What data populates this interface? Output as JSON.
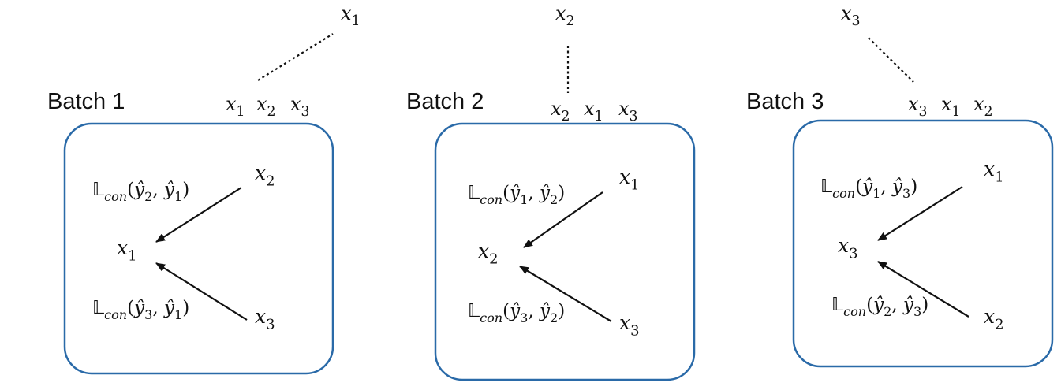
{
  "colors": {
    "box_border": "#2a6aa8",
    "ink": "#111111"
  },
  "top_samples": [
    {
      "var": "x",
      "sub": "1"
    },
    {
      "var": "x",
      "sub": "2"
    },
    {
      "var": "x",
      "sub": "3"
    }
  ],
  "batches": [
    {
      "title": "Batch 1",
      "order": [
        {
          "var": "x",
          "sub": "1"
        },
        {
          "var": "x",
          "sub": "2"
        },
        {
          "var": "x",
          "sub": "3"
        }
      ],
      "center": {
        "var": "x",
        "sub": "1"
      },
      "top_node": {
        "var": "x",
        "sub": "2"
      },
      "bottom_node": {
        "var": "x",
        "sub": "3"
      },
      "loss_top": {
        "symbol": "𝕃",
        "sub": "con",
        "args": [
          "2",
          "1"
        ]
      },
      "loss_bottom": {
        "symbol": "𝕃",
        "sub": "con",
        "args": [
          "3",
          "1"
        ]
      }
    },
    {
      "title": "Batch 2",
      "order": [
        {
          "var": "x",
          "sub": "2"
        },
        {
          "var": "x",
          "sub": "1"
        },
        {
          "var": "x",
          "sub": "3"
        }
      ],
      "center": {
        "var": "x",
        "sub": "2"
      },
      "top_node": {
        "var": "x",
        "sub": "1"
      },
      "bottom_node": {
        "var": "x",
        "sub": "3"
      },
      "loss_top": {
        "symbol": "𝕃",
        "sub": "con",
        "args": [
          "1",
          "2"
        ]
      },
      "loss_bottom": {
        "symbol": "𝕃",
        "sub": "con",
        "args": [
          "3",
          "2"
        ]
      }
    },
    {
      "title": "Batch 3",
      "order": [
        {
          "var": "x",
          "sub": "3"
        },
        {
          "var": "x",
          "sub": "1"
        },
        {
          "var": "x",
          "sub": "2"
        }
      ],
      "center": {
        "var": "x",
        "sub": "3"
      },
      "top_node": {
        "var": "x",
        "sub": "1"
      },
      "bottom_node": {
        "var": "x",
        "sub": "2"
      },
      "loss_top": {
        "symbol": "𝕃",
        "sub": "con",
        "args": [
          "1",
          "3"
        ]
      },
      "loss_bottom": {
        "symbol": "𝕃",
        "sub": "con",
        "args": [
          "2",
          "3"
        ]
      }
    }
  ]
}
